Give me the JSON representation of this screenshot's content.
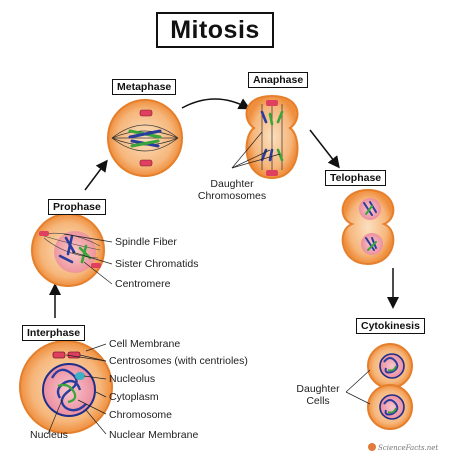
{
  "title": "Mitosis",
  "stages": {
    "interphase": "Interphase",
    "prophase": "Prophase",
    "metaphase": "Metaphase",
    "anaphase": "Anaphase",
    "telophase": "Telophase",
    "cytokinesis": "Cytokinesis"
  },
  "labels": {
    "spindle_fiber": "Spindle Fiber",
    "sister_chromatids": "Sister Chromatids",
    "centromere": "Centromere",
    "cell_membrane": "Cell Membrane",
    "centrosomes": "Centrosomes (with centrioles)",
    "nucleolus": "Nucleolus",
    "cytoplasm": "Cytoplasm",
    "chromosome": "Chromosome",
    "nucleus": "Nucleus",
    "nuclear_membrane": "Nuclear Membrane",
    "daughter_chromosomes_1": "Daughter",
    "daughter_chromosomes_2": "Chromosomes",
    "daughter_cells_1": "Daughter",
    "daughter_cells_2": "Cells"
  },
  "brand": "ScienceFacts.net",
  "colors": {
    "cell_outer": "#f5b97d",
    "cell_inner": "#f08a3c",
    "nucleus": "#ec8fa0",
    "chromosome_blue": "#2a3d9c",
    "chromosome_green": "#3aa53a",
    "spindle": "#333333"
  }
}
